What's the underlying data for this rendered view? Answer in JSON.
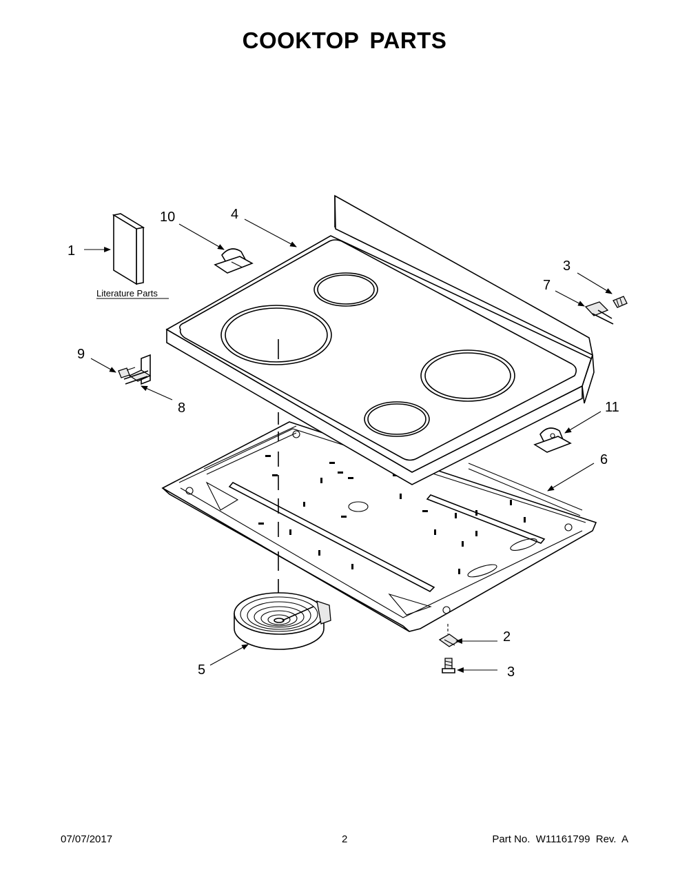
{
  "title": "COOKTOP PARTS",
  "callouts": {
    "c1": "1",
    "c2": "2",
    "c3a": "3",
    "c3b": "3",
    "c4": "4",
    "c5": "5",
    "c6": "6",
    "c7": "7",
    "c8": "8",
    "c9": "9",
    "c10": "10",
    "c11": "11"
  },
  "literature_label": "Literature Parts",
  "footer": {
    "date": "07/07/2017",
    "page": "2",
    "part": "Part No.  W11161799  Rev.  A"
  },
  "colors": {
    "line": "#000000",
    "background": "#ffffff"
  }
}
